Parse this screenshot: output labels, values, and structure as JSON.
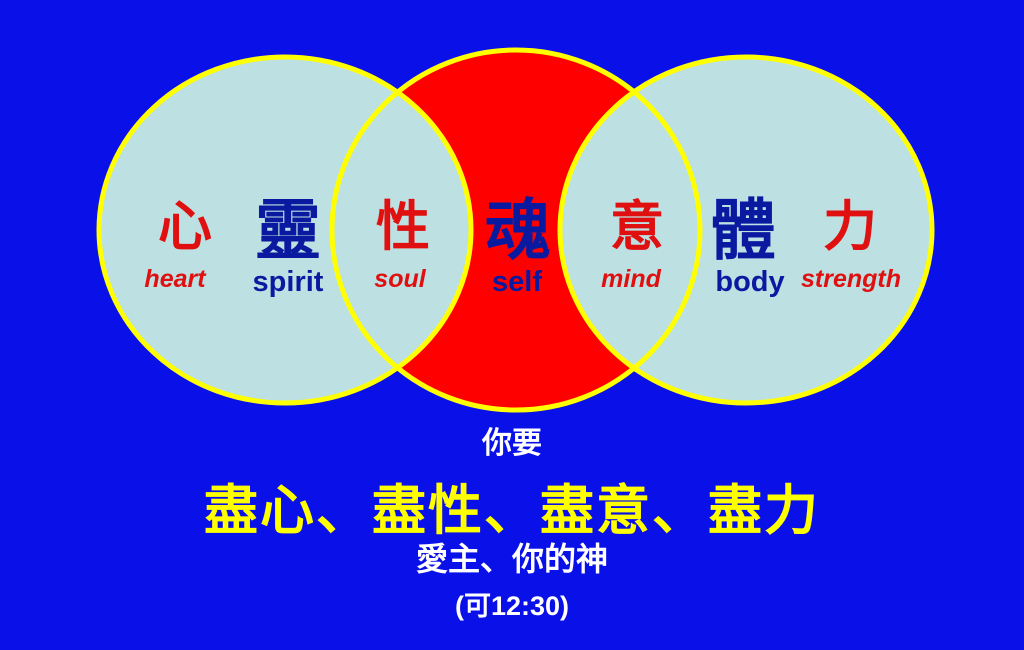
{
  "colors": {
    "background": "#0a10e8",
    "circle_fill": "#bde0e2",
    "center_fill": "#ff0000",
    "outline": "#ffff00",
    "red_text": "#e01010",
    "blue_text": "#0a1aa0",
    "yellow_text": "#ffff00",
    "white_text": "#ffffff"
  },
  "terms": [
    {
      "zh": "心",
      "en": "heart",
      "color": "red"
    },
    {
      "zh": "靈",
      "en": "spirit",
      "color": "blue"
    },
    {
      "zh": "性",
      "en": "soul",
      "color": "red"
    },
    {
      "zh": "魂",
      "en": "self",
      "color": "blue"
    },
    {
      "zh": "意",
      "en": "mind",
      "color": "red"
    },
    {
      "zh": "體",
      "en": "body",
      "color": "blue"
    },
    {
      "zh": "力",
      "en": "strength",
      "color": "red"
    }
  ],
  "verse": {
    "intro": "你要",
    "main": "盡心、盡性、盡意、盡力",
    "object": "愛主、你的神",
    "reference": "(可12:30)"
  }
}
